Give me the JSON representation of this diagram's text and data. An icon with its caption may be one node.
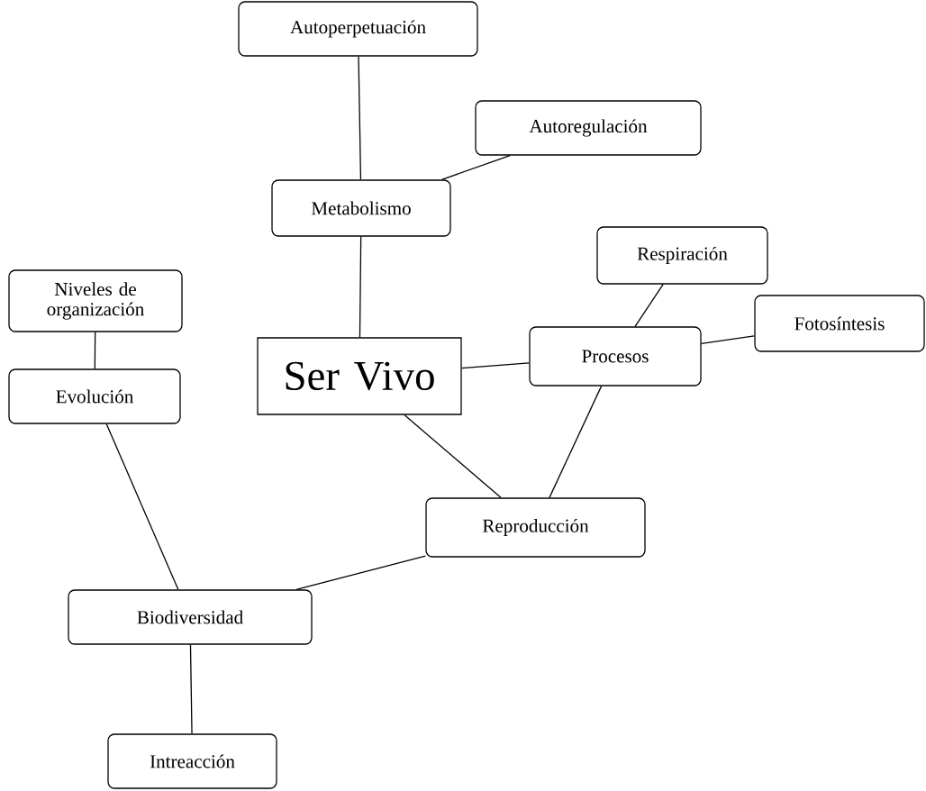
{
  "diagram": {
    "nodes": [
      {
        "text": [
          "Autoperpetuación"
        ]
      },
      {
        "text": [
          "Autoregulación"
        ]
      },
      {
        "text": [
          "Metabolismo"
        ]
      },
      {
        "text": [
          "Niveles de organización"
        ]
      },
      {
        "text": [
          "Respiración"
        ]
      },
      {
        "text": [
          "Ser Vivo"
        ]
      },
      {
        "text": [
          "Fotosíntesis"
        ]
      },
      {
        "text": [
          "Procesos"
        ]
      },
      {
        "text": [
          "Evolución"
        ]
      },
      {
        "text": [
          "Reproducción"
        ]
      },
      {
        "text": [
          "Biodiversidad"
        ]
      },
      {
        "text": [
          "Intreacción"
        ]
      }
    ],
    "edges": [
      {
        "from": 0,
        "to": 2,
        "arrow": "none"
      },
      {
        "from": 1,
        "to": 2,
        "arrow": "none"
      },
      {
        "from": 2,
        "to": 5,
        "arrow": "none"
      },
      {
        "from": 3,
        "to": 8,
        "arrow": "none"
      },
      {
        "from": 5,
        "to": 7,
        "arrow": "none"
      },
      {
        "from": 7,
        "to": 4,
        "arrow": "none"
      },
      {
        "from": 7,
        "to": 6,
        "arrow": "none"
      },
      {
        "from": 5,
        "to": 9,
        "arrow": "none"
      },
      {
        "from": 7,
        "to": 9,
        "arrow": "none"
      },
      {
        "from": 8,
        "to": 10,
        "arrow": "none"
      },
      {
        "from": 9,
        "to": 10,
        "arrow": "none"
      },
      {
        "from": 10,
        "to": 11,
        "arrow": "none"
      }
    ]
  }
}
